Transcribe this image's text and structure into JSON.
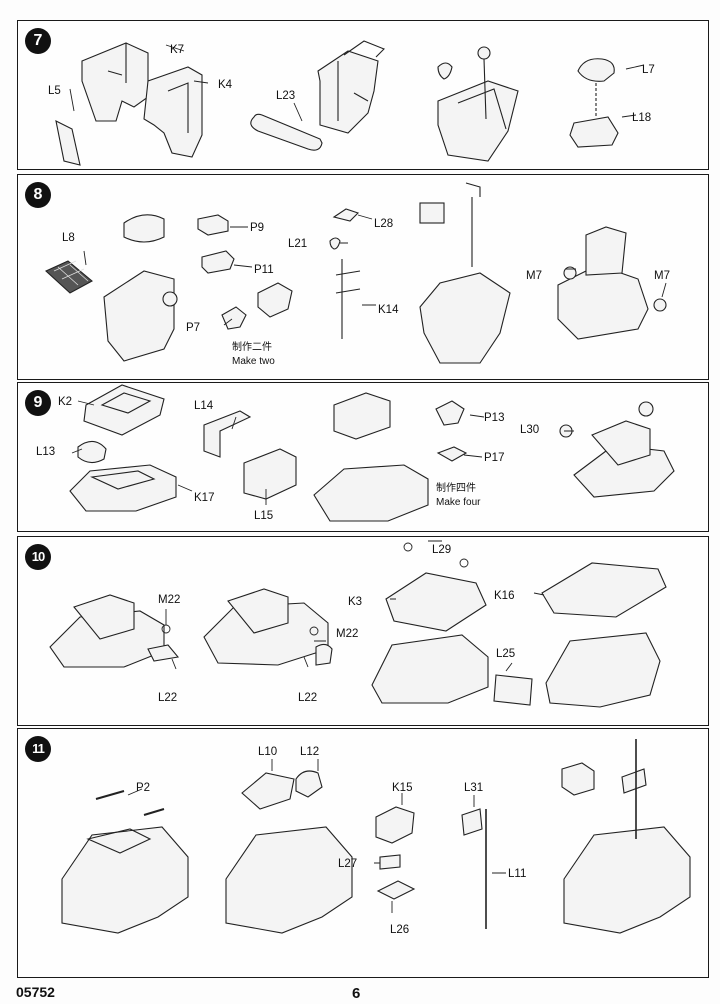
{
  "kit_code": "05752",
  "page_number": "6",
  "steps": [
    {
      "number": "7",
      "parts": [
        "K7",
        "K4",
        "L5",
        "L23",
        "L7",
        "L18"
      ]
    },
    {
      "number": "8",
      "parts": [
        "L8",
        "P9",
        "P11",
        "P7",
        "L28",
        "L21",
        "K14",
        "M7",
        "M7"
      ],
      "note_cn": "制作二件",
      "note_en": "Make  two"
    },
    {
      "number": "9",
      "parts": [
        "K2",
        "L13",
        "K17",
        "L14",
        "L15",
        "P13",
        "P17",
        "L30"
      ],
      "note_cn": "制作四件",
      "note_en": "Make four"
    },
    {
      "number": "10",
      "parts": [
        "M22",
        "L22",
        "M22",
        "L22",
        "L29",
        "K3",
        "K16",
        "L25"
      ]
    },
    {
      "number": "11",
      "parts": [
        "P2",
        "L10",
        "L12",
        "K15",
        "L27",
        "L26",
        "L31",
        "L11"
      ]
    }
  ]
}
